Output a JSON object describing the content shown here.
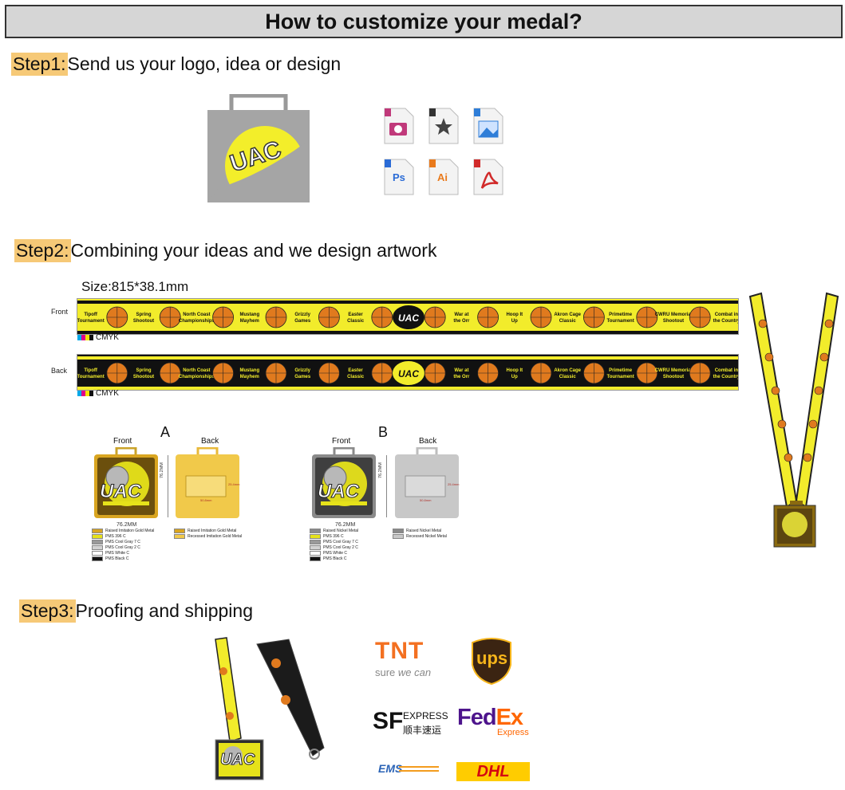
{
  "title": "How to customize your medal?",
  "step1": {
    "tag": "Step1:",
    "text": "Send us your logo, idea or design"
  },
  "step2": {
    "tag": "Step2:",
    "text": "Combining your ideas and we design artwork"
  },
  "step3": {
    "tag": "Step3:",
    "text": "Proofing and shipping"
  },
  "logo_text": "UAC",
  "size_label": "Size:815*38.1mm",
  "ribbon": {
    "front_label": "Front",
    "back_label": "Back",
    "cmyk": "CMYK",
    "items": [
      "Tipoff Tournament",
      "Spring Shootout",
      "North Coast Championships",
      "Mustang Mayhem",
      "Grizzly Games",
      "Easter Classic",
      "War at the Orr",
      "Hoop It Up",
      "Akron Cage Classic",
      "Primetime Tournament",
      "CWRU Memorial Shootout",
      "Combat in the Country"
    ]
  },
  "medal_a": {
    "letter": "A",
    "front": "Front",
    "back": "Back",
    "width_dim": "76.2MM",
    "height_dim": "76.2MM",
    "logo": "UAC",
    "inner_w": "50.8mm",
    "inner_h": "25.4mm",
    "colors_front": [
      {
        "name": "Raised Imitation Gold Metal",
        "color": "#d9a520"
      },
      {
        "name": "PMS 396 C",
        "color": "#e6e21a"
      },
      {
        "name": "PMS Cool Gray 7 C",
        "color": "#9a9a9a"
      },
      {
        "name": "PMS Cool Gray 2 C",
        "color": "#d2d2d2"
      },
      {
        "name": "PMS White C",
        "color": "#ffffff"
      },
      {
        "name": "PMS Black C",
        "color": "#111111"
      }
    ],
    "colors_back": [
      {
        "name": "Raised Imitation Gold Metal",
        "color": "#d9a520"
      },
      {
        "name": "Recessed Imitation Gold Metal",
        "color": "#f1c94a"
      }
    ]
  },
  "medal_b": {
    "letter": "B",
    "front": "Front",
    "back": "Back",
    "width_dim": "76.2MM",
    "height_dim": "76.2MM",
    "logo": "UAC",
    "inner_w": "50.8mm",
    "inner_h": "25.4mm",
    "colors_front": [
      {
        "name": "Raised Nickel Metal",
        "color": "#8a8a8a"
      },
      {
        "name": "PMS 396 C",
        "color": "#e6e21a"
      },
      {
        "name": "PMS Cool Gray 7 C",
        "color": "#9a9a9a"
      },
      {
        "name": "PMS Cool Gray 2 C",
        "color": "#d2d2d2"
      },
      {
        "name": "PMS White C",
        "color": "#ffffff"
      },
      {
        "name": "PMS Black C",
        "color": "#111111"
      }
    ],
    "colors_back": [
      {
        "name": "Raised Nickel Metal",
        "color": "#8a8a8a"
      },
      {
        "name": "Recessed Nickel Metal",
        "color": "#c8c8c8"
      }
    ]
  },
  "file_icons": [
    {
      "name": "photo-file",
      "label": "",
      "color": "#c0397a"
    },
    {
      "name": "vector-file",
      "label": "",
      "color": "#333333"
    },
    {
      "name": "image-file",
      "label": "",
      "color": "#2f7ed8"
    },
    {
      "name": "photoshop-file",
      "label": "Ps",
      "color": "#2a6bd6"
    },
    {
      "name": "illustrator-file",
      "label": "Ai",
      "color": "#e97a1c"
    },
    {
      "name": "pdf-file",
      "label": "",
      "color": "#d12a2a"
    }
  ],
  "carriers": {
    "tnt": "TNT",
    "tnt_tagline_a": "sure",
    "tnt_tagline_b": "we can",
    "ups": "ups",
    "sf": "SF",
    "sf_express": "EXPRESS",
    "sf_cn": "顺丰速运",
    "fedex_a": "Fed",
    "fedex_b": "Ex",
    "fedex_sub": "Express",
    "ems": "EMS",
    "dhl": "DHL"
  },
  "colors": {
    "accent_tag": "#f6c977",
    "ribbon_yellow": "#f2ec2b",
    "ribbon_black": "#111111",
    "ball": "#e07a1e"
  }
}
